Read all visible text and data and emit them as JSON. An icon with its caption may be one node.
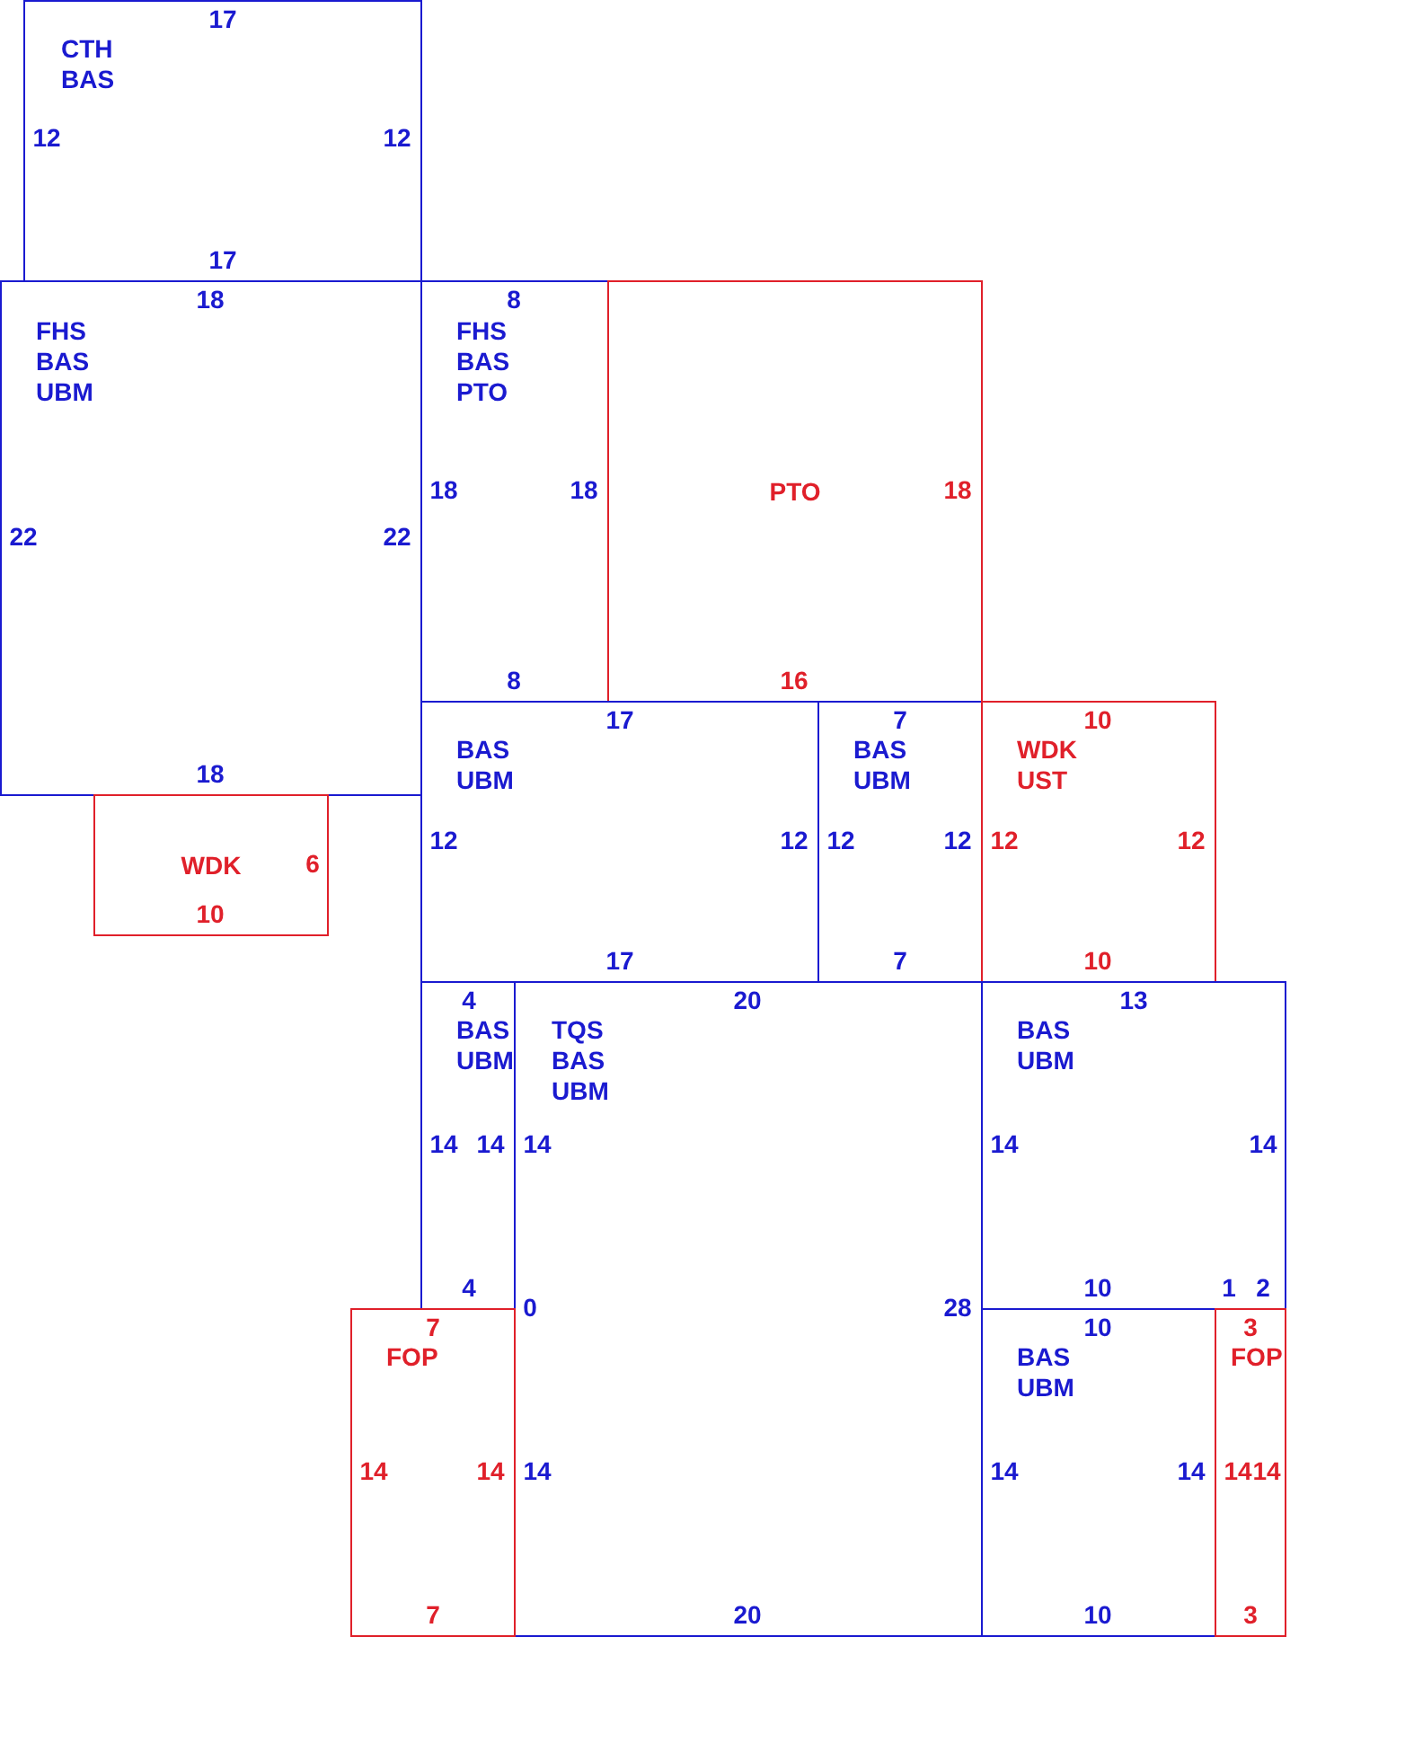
{
  "diagram": {
    "nodes": [
      {
        "text": [
          "CTH",
          "BAS",
          "17",
          "12",
          "12",
          "17"
        ]
      },
      {
        "text": [
          "FHS",
          "BAS",
          "UBM",
          "18",
          "22",
          "22",
          "18"
        ]
      },
      {
        "text": [
          "FHS",
          "BAS",
          "PTO",
          "8",
          "18",
          "18",
          "8"
        ]
      },
      {
        "text": [
          "PTO",
          "18",
          "16"
        ]
      },
      {
        "text": [
          "WDK",
          "6",
          "10"
        ]
      },
      {
        "text": [
          "BAS",
          "UBM",
          "17",
          "12",
          "12",
          "17"
        ]
      },
      {
        "text": [
          "BAS",
          "UBM",
          "7",
          "12",
          "12",
          "7"
        ]
      },
      {
        "text": [
          "WDK",
          "UST",
          "10",
          "12",
          "12",
          "10"
        ]
      },
      {
        "text": [
          "BAS",
          "UBM",
          "4",
          "14",
          "14",
          "4"
        ]
      },
      {
        "text": [
          "TQS",
          "BAS",
          "UBM",
          "20",
          "14",
          "0",
          "28",
          "14",
          "20"
        ]
      },
      {
        "text": [
          "BAS",
          "UBM",
          "13",
          "14",
          "14",
          "10",
          "1",
          "2"
        ]
      },
      {
        "text": [
          "FOP",
          "7",
          "14",
          "14",
          "7"
        ]
      },
      {
        "text": [
          "BAS",
          "UBM",
          "10",
          "14",
          "14",
          "10"
        ]
      },
      {
        "text": [
          "FOP",
          "3",
          "14",
          "14",
          "3"
        ]
      }
    ]
  }
}
